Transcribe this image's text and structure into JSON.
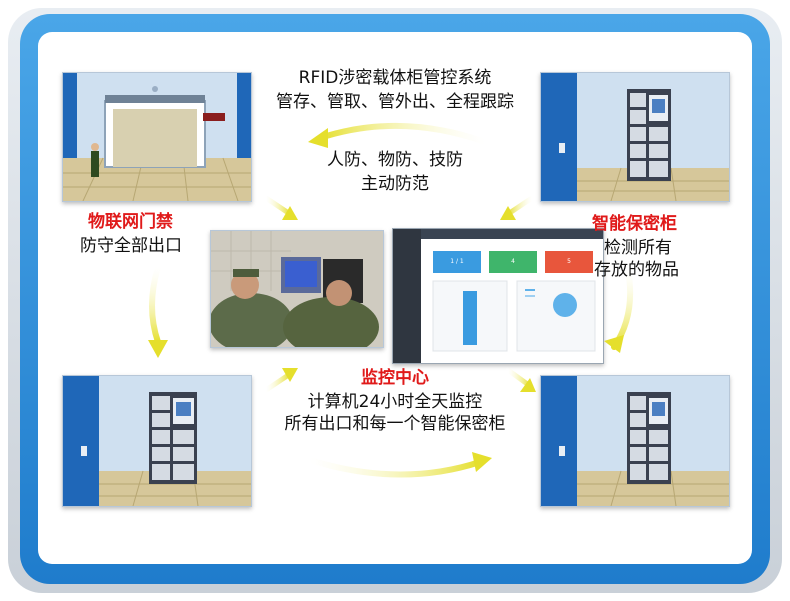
{
  "top": {
    "line1": "RFID涉密载体柜管控系统",
    "line2": "管存、管取、管外出、全程跟踪"
  },
  "middle_top": {
    "line1": "人防、物防、技防",
    "line2": "主动防范"
  },
  "left_label": {
    "title": "物联网门禁",
    "desc": "防守全部出口"
  },
  "right_label": {
    "title": "智能保密柜",
    "desc1": "检测所有",
    "desc2": "存放的物品"
  },
  "bottom": {
    "title": "监控中心",
    "line1": "计算机24小时全天监控",
    "line2": "所有出口和每一个智能保密柜"
  },
  "screen": {
    "card1": "1 / 1",
    "card2": "4",
    "card3": "5"
  },
  "colors": {
    "accent_red": "#e01a1a",
    "frame_blue": "#2a8ad8",
    "arrow_yellow": "#e8e23a",
    "card_blue": "#3a9be0",
    "card_green": "#3fb56b",
    "card_red": "#e8563c"
  }
}
